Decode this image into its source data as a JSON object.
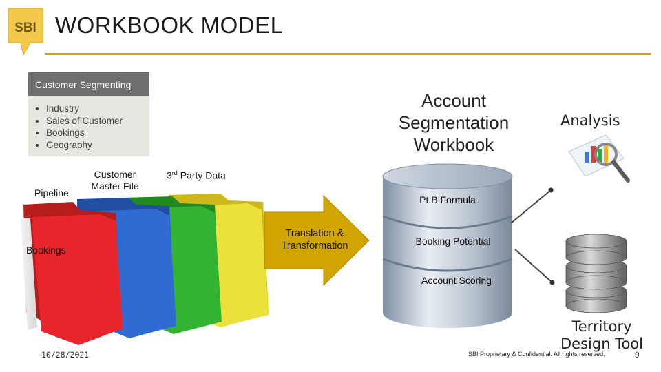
{
  "logo": {
    "text": "SBI"
  },
  "slide": {
    "title": "WORKBOOK MODEL"
  },
  "segmenting": {
    "header": "Customer Segmenting",
    "items": [
      "Industry",
      "Sales of Customer",
      "Bookings",
      "Geography"
    ]
  },
  "sources": {
    "pipeline": "Pipeline",
    "customer_master": "Customer Master File",
    "third_party_prefix": "3",
    "third_party_sup": "rd",
    "third_party_rest": " Party Data",
    "bookings": "Bookings"
  },
  "arrow": {
    "label": "Translation & Transformation"
  },
  "workbook": {
    "title": "Account Segmentation Workbook",
    "layers": [
      "Pt.B Formula",
      "Booking Potential",
      "Account Scoring"
    ]
  },
  "outputs": {
    "analysis": "Analysis",
    "territory": "Territory Design Tool"
  },
  "footer": {
    "date": "10/28/2021",
    "notice": "SBI Proprietary & Confidential. All rights reserved.",
    "page": "9"
  },
  "colors": {
    "accent": "#c9a227",
    "arrow": "#d2a400",
    "folder_red": "#e8252b",
    "folder_blue": "#2b63c4",
    "folder_green": "#2aa02a",
    "folder_yellow": "#e6d21e"
  }
}
